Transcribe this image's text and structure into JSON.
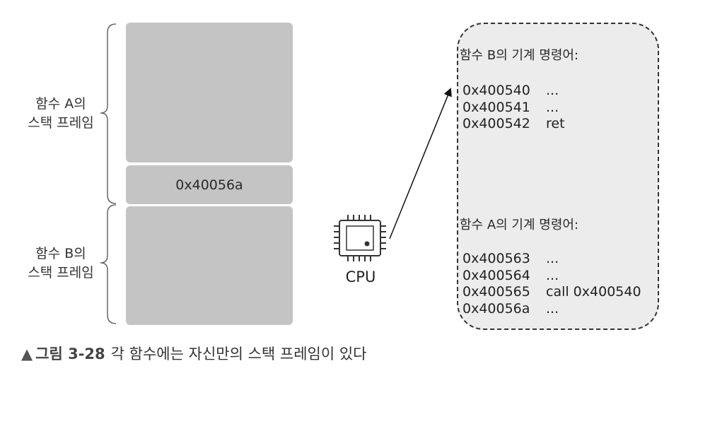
{
  "stack": {
    "frame_a_label": [
      "함수 A의",
      "스택 프레임"
    ],
    "frame_b_label": [
      "함수 B의",
      "스택 프레임"
    ],
    "return_address": "0x40056a"
  },
  "cpu": {
    "label": "CPU",
    "icon": "cpu-chip-icon"
  },
  "memory": {
    "function_b": {
      "title": "함수 B의 기계 명령어:",
      "rows": [
        {
          "addr": "0x400540",
          "instr": "..."
        },
        {
          "addr": "0x400541",
          "instr": "..."
        },
        {
          "addr": "0x400542",
          "instr": "ret"
        }
      ]
    },
    "function_a": {
      "title": "함수 A의 기계 명령어:",
      "rows": [
        {
          "addr": "0x400563",
          "instr": "..."
        },
        {
          "addr": "0x400564",
          "instr": "..."
        },
        {
          "addr": "0x400565",
          "instr": "call 0x400540"
        },
        {
          "addr": "0x40056a",
          "instr": "..."
        }
      ]
    }
  },
  "caption": {
    "marker": "▲",
    "figure_number": "그림 3-28",
    "text": "각 함수에는 자신만의 스택 프레임이 있다"
  },
  "colors": {
    "frame_fill": "#c4c4c4",
    "panel_fill": "#ececec",
    "stroke": "#333333"
  }
}
